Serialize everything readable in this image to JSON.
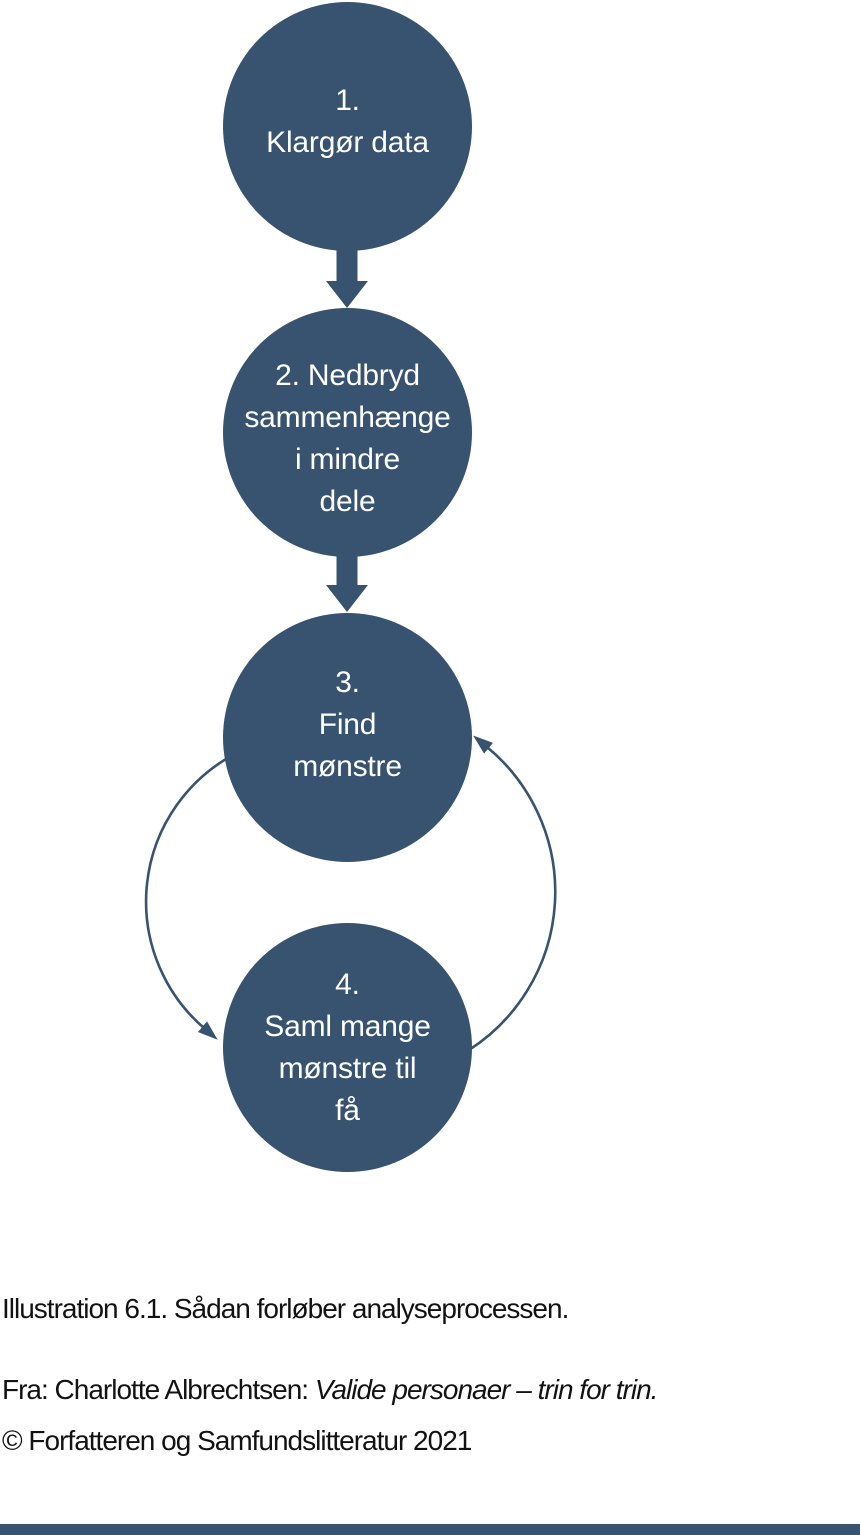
{
  "diagram": {
    "title_semantic": "Analyseprocessen flow",
    "steps": [
      {
        "id": 1,
        "lines": [
          "1.",
          "Klargør data"
        ],
        "full_label": "1. Klargør data"
      },
      {
        "id": 2,
        "lines": [
          "2. Nedbryd",
          "sammenhænge",
          "i mindre",
          "dele"
        ],
        "full_label": "2. Nedbryd sammenhænge i mindre dele"
      },
      {
        "id": 3,
        "lines": [
          "3.",
          "Find",
          "mønstre"
        ],
        "full_label": "3. Find mønstre"
      },
      {
        "id": 4,
        "lines": [
          "4.",
          "Saml mange",
          "mønstre til",
          "få"
        ],
        "full_label": "4. Saml mange mønstre til få"
      }
    ],
    "connections": [
      {
        "from": 1,
        "to": 2,
        "type": "thick-down-arrow"
      },
      {
        "from": 2,
        "to": 3,
        "type": "thick-down-arrow"
      },
      {
        "from": 3,
        "to": 4,
        "type": "curved-cycle-arrow-left"
      },
      {
        "from": 4,
        "to": 3,
        "type": "curved-cycle-arrow-right"
      }
    ]
  },
  "caption": {
    "title": "Illustration 6.1. Sådan forløber analyseprocessen.",
    "source_prefix": "Fra: Charlotte Albrechtsen: ",
    "source_title_italic": "Valide personaer – trin for trin.",
    "copyright": "© Forfatteren og Samfundslitteratur 2021"
  },
  "colors": {
    "circle_fill": "#37536F",
    "arrow_color": "#37536F",
    "circle_text": "#FFFFFF",
    "caption_text": "#121212",
    "footer_bar": "#37536F",
    "background": "#FFFFFF"
  }
}
